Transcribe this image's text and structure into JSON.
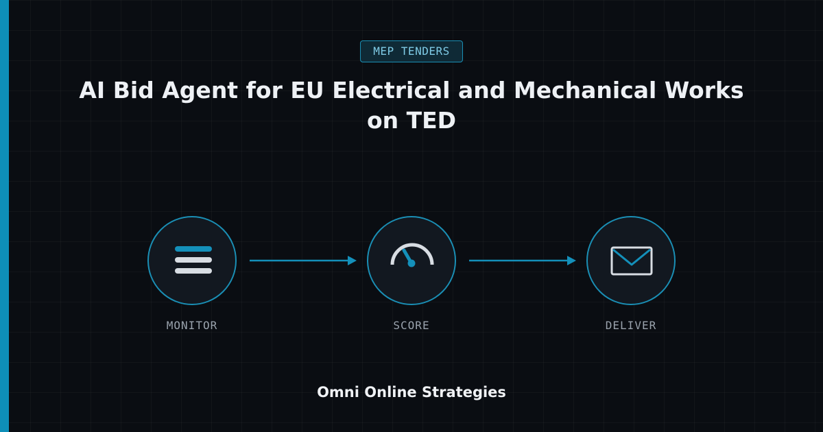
{
  "badge": {
    "label": "MEP TENDERS"
  },
  "title": {
    "line1": "AI Bid Agent for EU Electrical and Mechanical Works",
    "line2": "on TED"
  },
  "steps": [
    {
      "label": "MONITOR",
      "icon": "list-icon"
    },
    {
      "label": "SCORE",
      "icon": "gauge-icon"
    },
    {
      "label": "DELIVER",
      "icon": "envelope-icon"
    }
  ],
  "footer": {
    "brand": "Omni Online Strategies"
  },
  "colors": {
    "background": "#0a0d12",
    "accent": "#0e8fb8",
    "circle_border": "#1a8fb5",
    "icon_light": "#d8dde3",
    "label_gray": "#9aa3ad",
    "title_white": "#eef1f5"
  }
}
